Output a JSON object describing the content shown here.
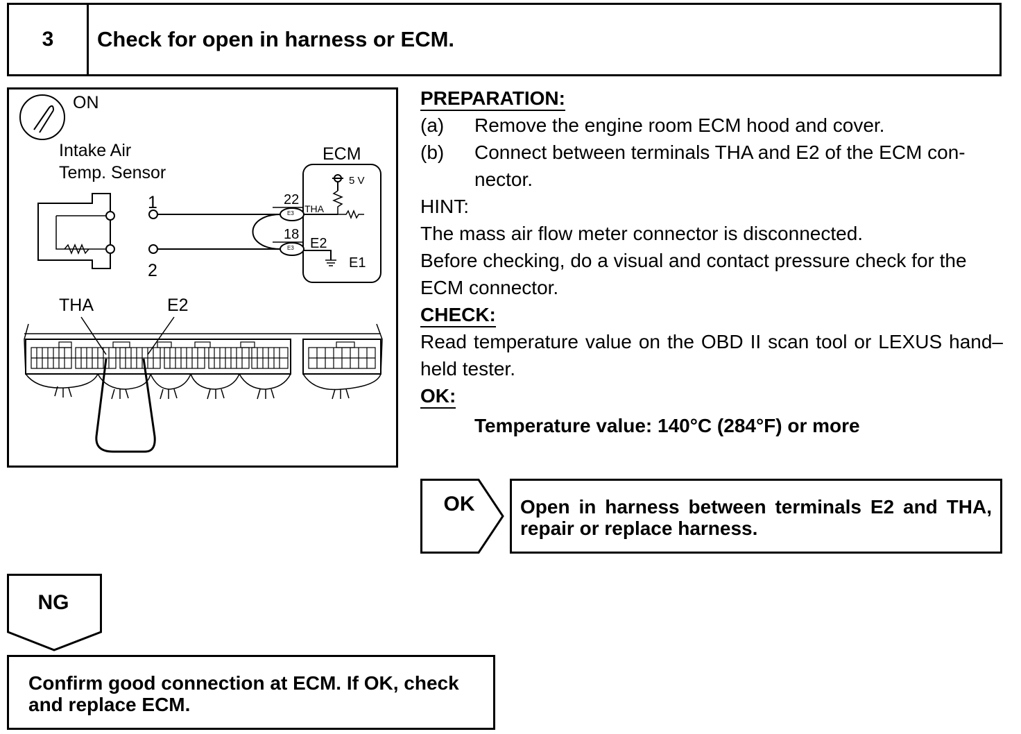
{
  "step": {
    "number": "3",
    "title": "Check for open in harness or ECM."
  },
  "diagram": {
    "ignition_label": "ON",
    "sensor_label_line1": "Intake Air",
    "sensor_label_line2": "Temp. Sensor",
    "ecm_label": "ECM",
    "voltage_label": "5 V",
    "pin1_label": "1",
    "pin2_label": "2",
    "terminal_22_label": "22",
    "terminal_18_label": "18",
    "tha_small_label": "THA",
    "e2_small_label": "E2",
    "e1_label": "E1",
    "connector_code_1": "E3",
    "connector_code_2": "E3",
    "tha_label": "THA",
    "e2_label": "E2"
  },
  "instructions": {
    "preparation_heading": "PREPARATION:",
    "prep_a_letter": "(a)",
    "prep_a_text": "Remove the engine room ECM hood and cover.",
    "prep_b_letter": "(b)",
    "prep_b_text": "Connect between terminals THA and E2 of the ECM con-nector.",
    "hint_heading": "HINT:",
    "hint_line1": "The mass air flow meter connector is disconnected.",
    "hint_line2": "Before checking, do a visual and contact pressure check for the ECM connector.",
    "check_heading": "CHECK:",
    "check_text": "Read temperature value on the OBD II scan tool or LEXUS hand–held tester.",
    "ok_heading": "OK:",
    "ok_spec": "Temperature value: 140°C (284°F) or more"
  },
  "ok_branch": {
    "label": "OK",
    "result": "Open in harness between terminals E2 and THA, repair or replace harness."
  },
  "ng_branch": {
    "label": "NG",
    "result": "Confirm good connection at ECM. If OK, check and replace ECM."
  }
}
